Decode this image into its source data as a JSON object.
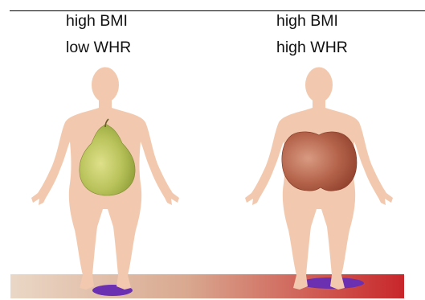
{
  "panels": [
    {
      "line1": "high BMI",
      "line2": "low WHR",
      "shape": "pear",
      "shape_color": "#b8c25a"
    },
    {
      "line1": "high BMI",
      "line2": "high WHR",
      "shape": "apple",
      "shape_color": "#b4634a"
    }
  ],
  "colors": {
    "skin": "#f2c9ae",
    "feet_shadow": "#6b2fb2",
    "bar_start": "#ead7c6",
    "bar_end": "#c8262a"
  }
}
